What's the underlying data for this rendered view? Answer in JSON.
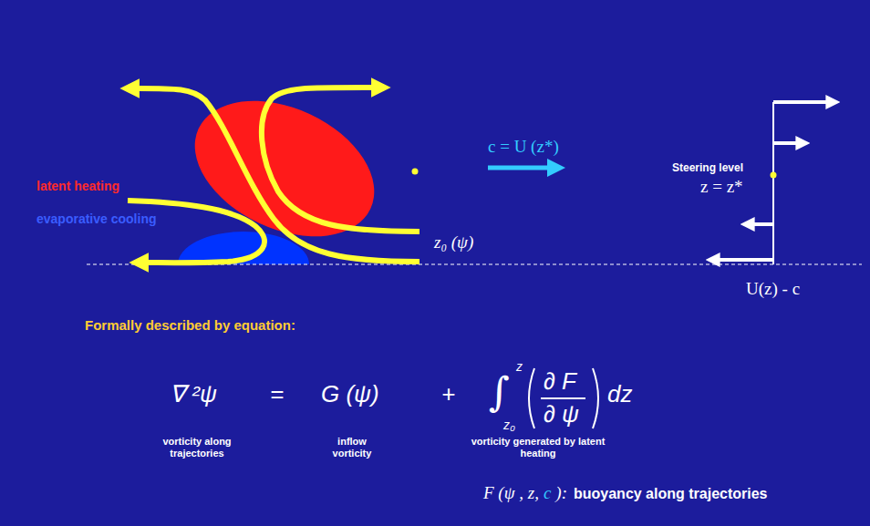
{
  "diagram": {
    "labels": [
      "latent heating",
      "evaporative cooling",
      "c = U (z*)",
      "z₀ (ψ)",
      "Steering level",
      "z = z*",
      "U(z) - c",
      "Formally described by equation:",
      "∇ ²ψ",
      "=",
      "G (ψ)",
      "+",
      "∫",
      "z",
      "z₀",
      "∂ F",
      "∂ ψ",
      "dz",
      "vorticity along trajectories",
      "inflow vorticity",
      "vorticity generated by latent heating",
      "F (ψ , z,",
      "c",
      "):",
      "buoyancy along trajectories"
    ]
  }
}
